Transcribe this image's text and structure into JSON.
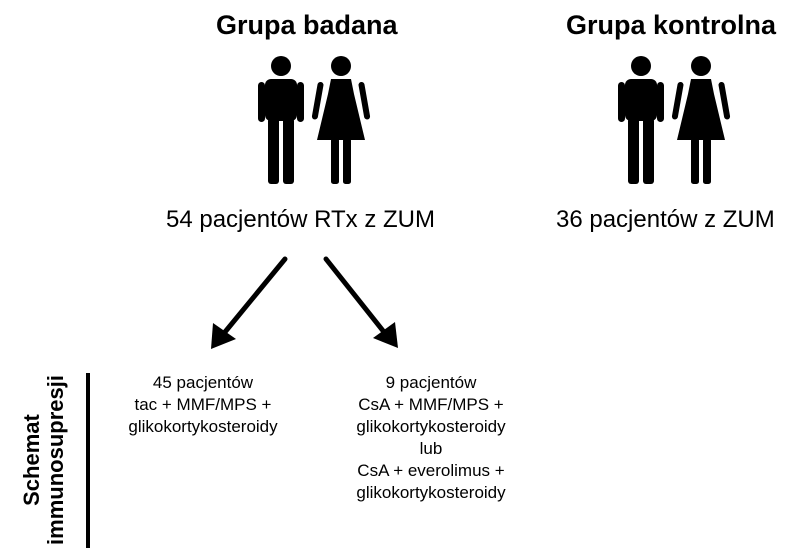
{
  "study_group": {
    "title": "Grupa badana",
    "count_label": "54 pacjentów RTx z ZUM"
  },
  "control_group": {
    "title": "Grupa kontrolna",
    "count_label": "36 pacjentów z ZUM"
  },
  "immunosuppression": {
    "label_line1": "Schemat",
    "label_line2": "immunosupresji",
    "branch_left": [
      "45 pacjentów",
      "tac + MMF/MPS +",
      "glikokortykosteroidy"
    ],
    "branch_right": [
      "9 pacjentów",
      "CsA + MMF/MPS +",
      "glikokortykosteroidy",
      "lub",
      "CsA + everolimus +",
      "glikokortykosteroidy"
    ]
  },
  "icons": [
    "man-icon",
    "woman-icon"
  ]
}
